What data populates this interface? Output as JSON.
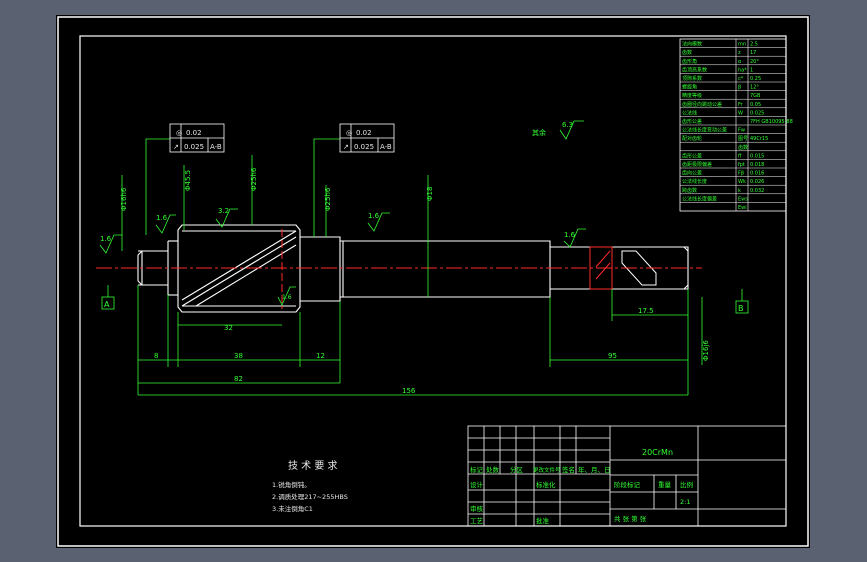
{
  "colors": {
    "background": "#000000",
    "frame": "#ffffff",
    "dimension": "#33ff33",
    "centerline": "#ff2a2a",
    "outline": "#ffffff"
  },
  "drawing": {
    "diameters": {
      "left_end": "Φ16h6",
      "gear": "Φ45.5",
      "bearing_mid": "Φ25h6",
      "shaft": "Φ18",
      "right_end": "Φ16j6"
    },
    "lengths": {
      "l_8": "8",
      "l_38": "38",
      "l_12": "12",
      "l_82": "82",
      "l_156": "156",
      "l_32": "32",
      "l_95": "95",
      "l_17_5": "17.5"
    },
    "roughness": {
      "r1": "1.6",
      "r2": "1.6",
      "r3": "3.2",
      "r4": "1.6",
      "r5": "1.6",
      "r6": "1.6",
      "rest": "6.3",
      "rest_label": "其余"
    },
    "tolerance_frames": [
      {
        "row1_sym": "◎",
        "row1_val": "0.02",
        "row2_sym": "↗",
        "row2_val": "0.025",
        "row2_ref": "A-B"
      },
      {
        "row1_sym": "◎",
        "row1_val": "0.02",
        "row2_sym": "↗",
        "row2_val": "0.025",
        "row2_ref": "A-B"
      }
    ],
    "datums": {
      "a": "A",
      "b": "B"
    },
    "chamfer": "C1"
  },
  "param_table": {
    "rows": [
      [
        "法向模数",
        "mn",
        "2.5"
      ],
      [
        "齿数",
        "z",
        "17"
      ],
      [
        "齿形角",
        "α",
        "20°"
      ],
      [
        "齿顶高系数",
        "ha*",
        "1"
      ],
      [
        "顶隙系数",
        "c*",
        "0.25"
      ],
      [
        "螺旋角",
        "β",
        "12°"
      ],
      [
        "精度等级",
        "",
        "7GB"
      ],
      [
        "齿圈径向跳动公差",
        "Fr",
        "0.05"
      ],
      [
        "公法线",
        "W",
        "0.025"
      ],
      [
        "齿形公差",
        "",
        "7FH GB10095-88"
      ],
      [
        "公法线长度变动公差",
        "Fw",
        ""
      ],
      [
        "配对齿轮",
        "图号",
        "49Cr15"
      ],
      [
        "",
        "齿数",
        ""
      ],
      [
        "齿形公差",
        "ff",
        "0.015"
      ],
      [
        "齿距极限偏差",
        "fpt",
        "0.018"
      ],
      [
        "齿向公差",
        "Fβ",
        "0.016"
      ],
      [
        "公法线长度",
        "Wk",
        "0.026"
      ],
      [
        "跨齿数",
        "k",
        "0.032"
      ],
      [
        "公法线长度偏差",
        "Ews",
        ""
      ],
      [
        "",
        "Ewi",
        ""
      ]
    ]
  },
  "tech_req": {
    "title": "技 术 要 求",
    "items": [
      "1.锐角倒钝。",
      "2.调质处理217~255HBS",
      "3.未注倒角C1"
    ]
  },
  "title_block": {
    "material": "20CrMn",
    "headers": [
      "标记",
      "处数",
      "分区",
      "更改文件号",
      "签名",
      "年、月、日"
    ],
    "design": "设计",
    "standardize": "标准化",
    "review": "审核",
    "process": "工艺",
    "approve": "批准",
    "stage_mark": "阶段标记",
    "weight": "重量",
    "scale": "比例",
    "scale_value": "2:1",
    "sheets": "共   张  第   张"
  }
}
